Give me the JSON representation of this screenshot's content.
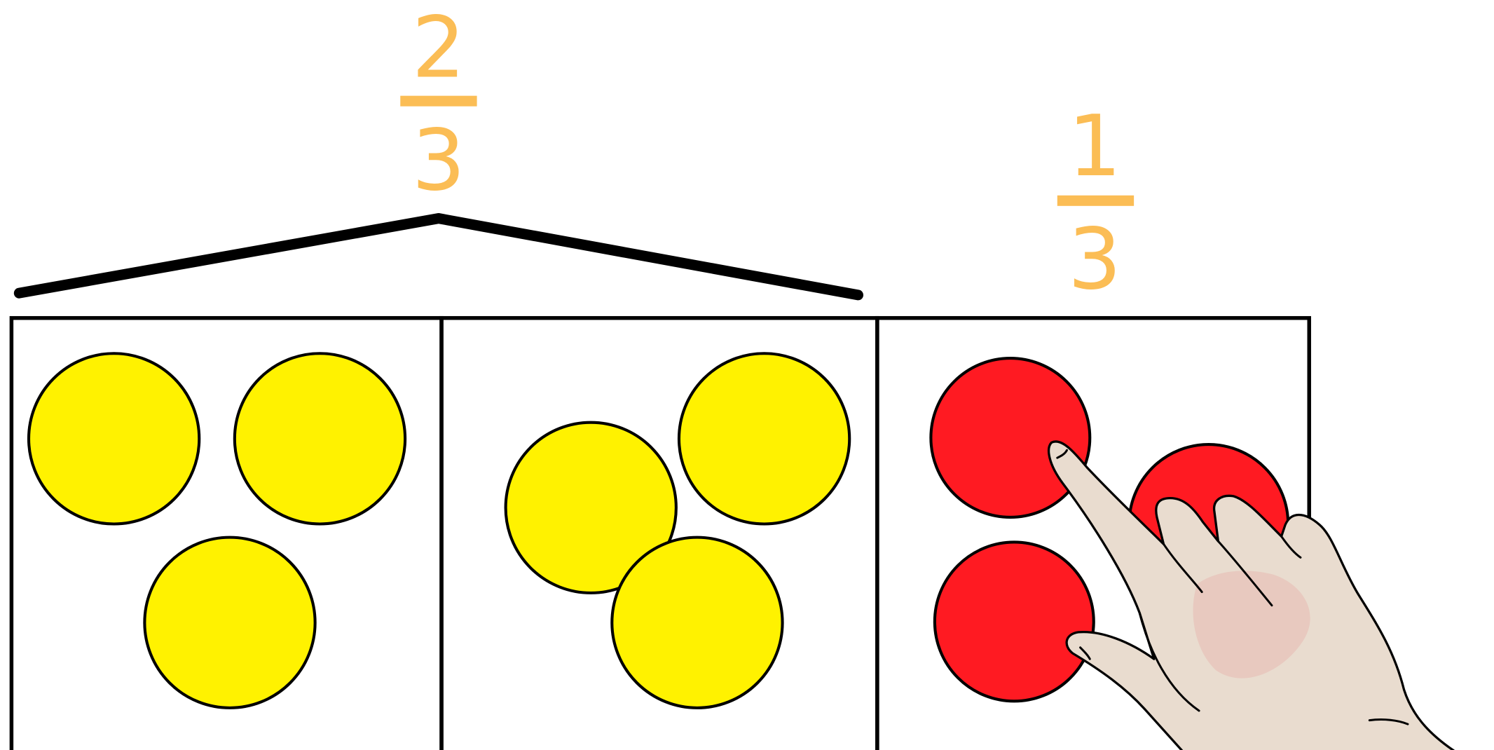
{
  "colors": {
    "fraction_text": "#FBBD55",
    "fraction_bar": "#FBBD55",
    "counter_yellow": "#FFF200",
    "counter_red": "#FF1A22",
    "outline": "#000000",
    "background": "#FFFFFF",
    "skin": "#E9DCCF",
    "skin_shade": "#E8B9B3"
  },
  "fractions": {
    "left": {
      "numerator": "2",
      "denominator": "3"
    },
    "right": {
      "numerator": "1",
      "denominator": "3"
    }
  },
  "diagram": {
    "sections": 3,
    "yellow_counters": 6,
    "red_counters": 3,
    "pointer": "hand-pointing-icon"
  }
}
